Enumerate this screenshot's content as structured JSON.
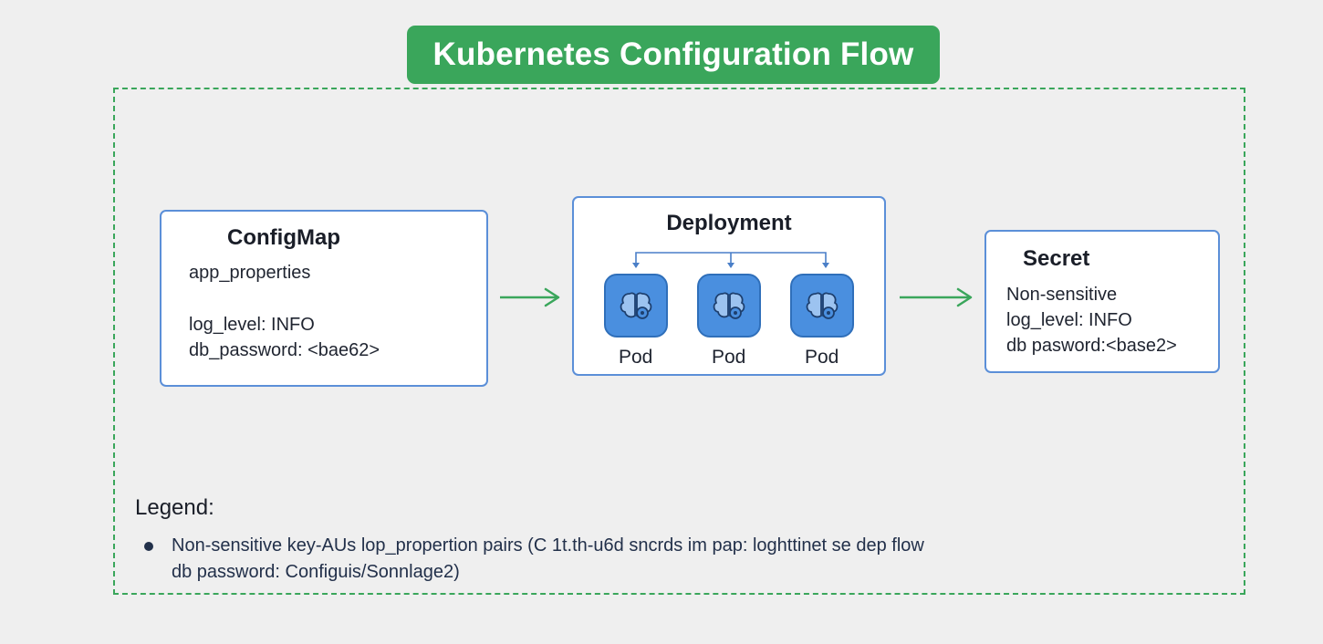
{
  "title": "Kubernetes Configuration Flow",
  "configmap": {
    "heading": "ConfigMap",
    "lines": [
      "app_properties",
      "log_level: INFO",
      "db_password: <bae62>"
    ]
  },
  "deployment": {
    "heading": "Deployment",
    "pods": [
      {
        "label": "Pod",
        "icon": "brain-gear-icon"
      },
      {
        "label": "Pod",
        "icon": "brain-gear-icon"
      },
      {
        "label": "Pod",
        "icon": "brain-gear-icon"
      }
    ]
  },
  "secret": {
    "heading": "Secret",
    "lines": [
      "Non-sensitive",
      "log_level: INFO",
      "db pasword:<base2>"
    ]
  },
  "legend": {
    "title": "Legend:",
    "line1": "Non-sensitive key-AUs lop_propertion pairs (C 1t.th-u6d sncrds im pap: loghttinet se dep flow",
    "line2": "db password: Configuis/Sonnlage2)"
  },
  "colors": {
    "accent_green": "#3aa65b",
    "box_border": "#5b8fd8",
    "pod_fill": "#4a8fdf",
    "background": "#efefef"
  }
}
